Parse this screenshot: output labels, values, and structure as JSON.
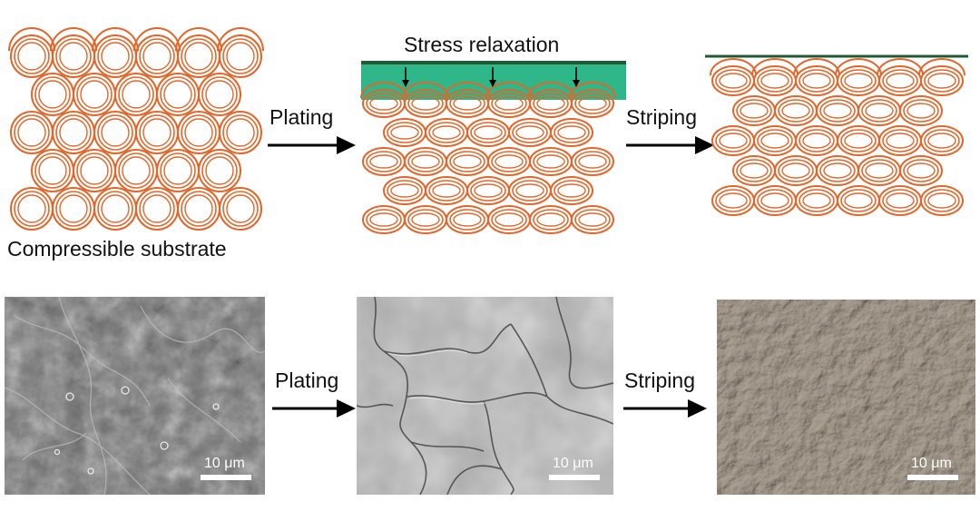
{
  "top_row": {
    "panel_substrate_caption": "Compressible substrate",
    "panel_plated_caption": "Stress relaxation",
    "step1_label": "Plating",
    "step2_label": "Striping"
  },
  "bottom_row": {
    "step1_label": "Plating",
    "step2_label": "Striping",
    "scale_bar_label": "10 μm"
  },
  "colors": {
    "fiber_stroke": "#e2662a",
    "plated_layer_fill": "#2fb78a",
    "plated_layer_border": "#1f5a34",
    "arrow": "#000000"
  }
}
